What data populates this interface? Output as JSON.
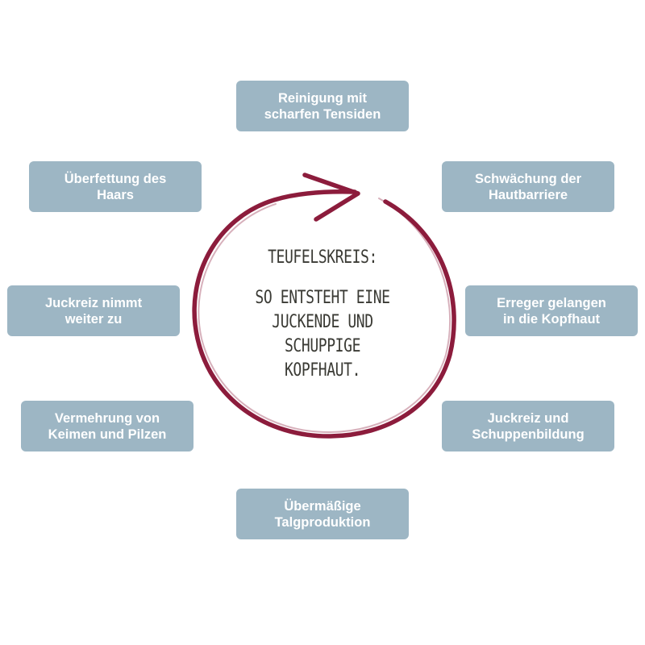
{
  "colors": {
    "box_fill": "#9db6c4",
    "box_text": "#ffffff",
    "circle_stroke": "#8c1c3c",
    "center_text": "#3a3a34"
  },
  "center": {
    "title": "TEUFELSKREIS:",
    "lines": [
      "SO ENTSTEHT EINE",
      "JUCKENDE UND",
      "SCHUPPIGE",
      "KOPFHAUT."
    ]
  },
  "steps": [
    {
      "lines": [
        "Reinigung mit",
        "scharfen Tensiden"
      ]
    },
    {
      "lines": [
        "Schwächung der",
        "Hautbarriere"
      ]
    },
    {
      "lines": [
        "Erreger gelangen",
        "in die Kopfhaut"
      ]
    },
    {
      "lines": [
        "Juckreiz und",
        "Schuppenbildung"
      ]
    },
    {
      "lines": [
        "Übermäßige",
        "Talgproduktion"
      ]
    },
    {
      "lines": [
        "Vermehrung von",
        "Keimen und Pilzen"
      ]
    },
    {
      "lines": [
        "Juckreiz nimmt",
        "weiter zu"
      ]
    },
    {
      "lines": [
        "Überfettung des",
        "Haars"
      ]
    }
  ]
}
